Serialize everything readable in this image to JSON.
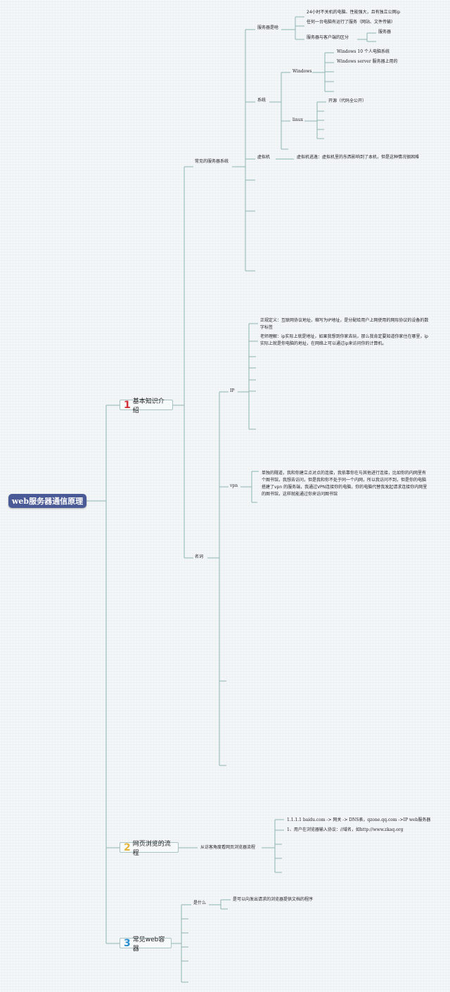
{
  "root": "web服务器通信原理",
  "colors": {
    "line": "#8fb4b2",
    "root_bg": "#4a5a96",
    "num1": "#d22f3a",
    "num2": "#e6b63c",
    "num3": "#2a8fd0"
  },
  "topics": [
    {
      "num": "1",
      "label": "基本知识介绍"
    },
    {
      "num": "2",
      "label": "网页浏览的流程"
    },
    {
      "num": "3",
      "label": "常见web容器"
    }
  ],
  "n_common_os": "常见的服务器系统",
  "n_server_is": "服务器是啥",
  "n_s1": "24小时不关机的电脑、性能强大，且有独立公网ip",
  "n_s2": "任何一台电脑有运行了服务（网站、文件传输）",
  "n_s3": "服务器与客户端的区分",
  "n_s3a": "服务器",
  "n_system": "系统",
  "n_windows": "Windows",
  "n_win1": "Windows 10 个人电脑系统",
  "n_win2": "Windows server 服务器上用的",
  "n_linux": "linux",
  "n_linux1": "开源（代码全公开）",
  "n_vm": "虚拟机",
  "n_vm1": "虚拟机逃逸：虚拟机里的东西影响到了本机，但是这种情况很困难",
  "n_terms": "名词",
  "n_ip": "IP",
  "n_ip1": "正规定义：互联网协议地址，缩写为IP地址，是分配给用户上网使用的网际协议的设备的数字标签",
  "n_ip2": "老师理解：ip实际上就是地址，如果我想到你家去玩，那么我肯定要知道你家住在哪里，ip实际上就是你电脑的地址，在网络上可以通过ip来访问你的计算机。",
  "n_vpn": "vpn",
  "n_vpn1": "单独的隧道，我和你建立点对点的连接，我依靠你在与其他进行连接，比如你的内网里有个图书馆，我想去访问，但是我和你不处于同一个内网，所以我访问不到，但是你的电脑搭建了vpn 的服务端，我通过VPN连接你的电脑，你的电脑代替我发起请求连接你内网里的图书馆，这样就能通过你来访问图书馆",
  "n_flow": "从访客角度看网页浏览器流程",
  "n_flow1": "1.1.1.1 baidu.com -> 网关 -> DNS表，qzone.qq.com ->IP web服务器",
  "n_flow2": "1、用户在浏览器输入协议：//域名，如http://www.zkaq.org",
  "n_what": "是什么",
  "n_what1": "是可以向发出请求的浏览器提供文档的程序"
}
